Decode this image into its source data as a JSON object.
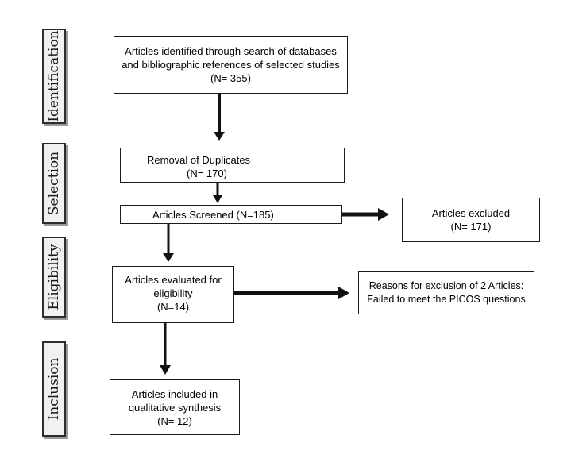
{
  "stages": [
    {
      "id": "identification",
      "label": "Identification"
    },
    {
      "id": "selection",
      "label": "Selection"
    },
    {
      "id": "eligibility",
      "label": "Eligibility"
    },
    {
      "id": "inclusion",
      "label": "Inclusion"
    }
  ],
  "boxes": {
    "identified": {
      "lines": [
        "Articles identified through search of databases",
        "and bibliographic references of selected studies",
        "(N= 355)"
      ]
    },
    "duplicates": {
      "lines": [
        "Removal of Duplicates",
        "(N= 170)"
      ]
    },
    "screened": {
      "lines": [
        "Articles Screened (N=185)"
      ]
    },
    "excluded": {
      "lines": [
        "Articles excluded",
        "(N= 171)"
      ]
    },
    "evaluated": {
      "lines": [
        "Articles evaluated for",
        "eligibility",
        "(N=14)"
      ]
    },
    "reasons": {
      "lines": [
        "Reasons for exclusion of 2 Articles:",
        "Failed to meet the PICOS questions"
      ]
    },
    "included": {
      "lines": [
        "Articles included in",
        "qualitative synthesis",
        "(N= 12)"
      ]
    }
  },
  "colors": {
    "stage_fill": "#f1f1ef",
    "stroke": "#1a1a1a"
  }
}
